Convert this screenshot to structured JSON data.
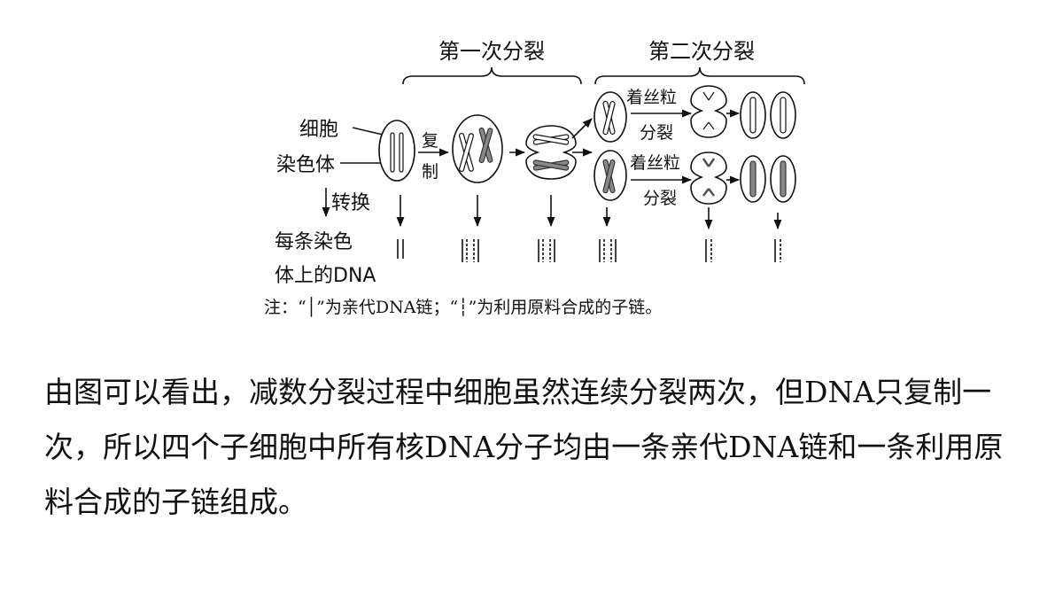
{
  "diagram": {
    "headers": {
      "first_division": "第一次分裂",
      "second_division": "第二次分裂"
    },
    "labels": {
      "cell": "细胞",
      "chromosome": "染色体",
      "convert": "转换",
      "dna_line1": "每条染色",
      "dna_line2": "体上的DNA",
      "replicate_top": "复",
      "replicate_bottom": "制",
      "centromere_top": "着丝粒",
      "centromere_bottom": "分裂"
    },
    "note": "注：“│”为亲代DNA链；“┆”为利用原料合成的子链。"
  },
  "explanation": "由图可以看出，减数分裂过程中细胞虽然连续分裂两次，但DNA只复制一次，所以四个子细胞中所有核DNA分子均由一条亲代DNA链和一条利用原料合成的子链组成。"
}
